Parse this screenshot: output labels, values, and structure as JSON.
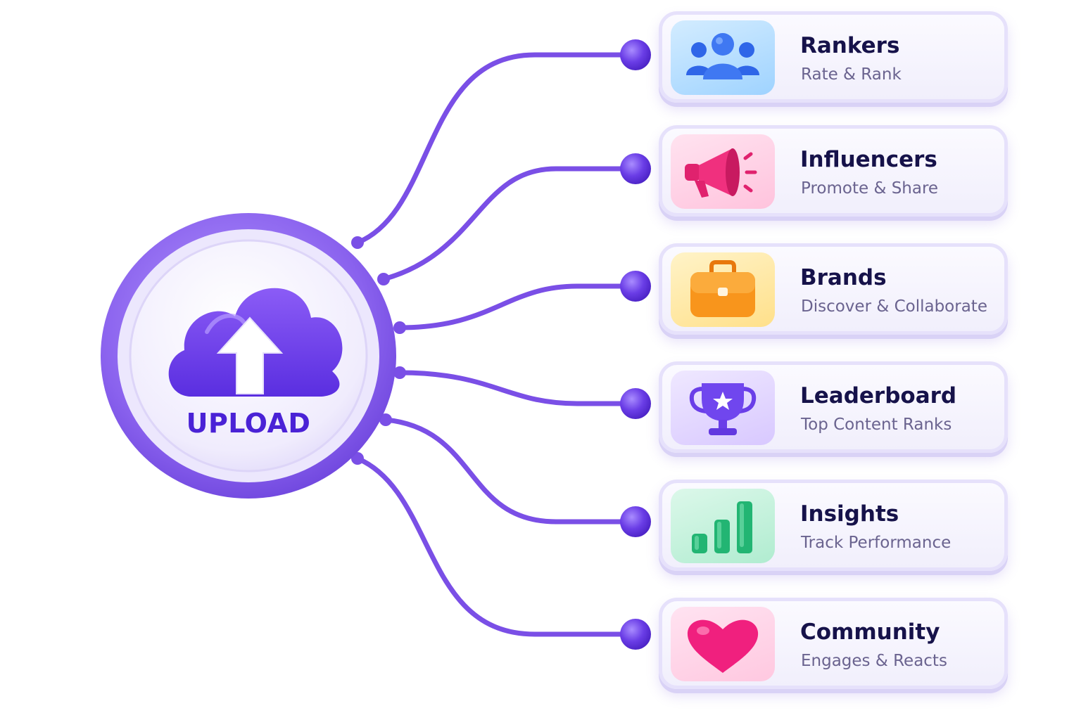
{
  "hub": {
    "label": "UPLOAD",
    "icon": "cloud-upload-icon"
  },
  "colors": {
    "primary": "#7046e8",
    "connector": "#7a4fe6",
    "title": "#16124a",
    "subtitle": "#6a638f"
  },
  "cards": [
    {
      "title": "Rankers",
      "subtitle": "Rate & Rank",
      "icon": "users-group-icon",
      "tile_color": "#bfe4ff"
    },
    {
      "title": "Influencers",
      "subtitle": "Promote & Share",
      "icon": "megaphone-icon",
      "tile_color": "#ffd9ea"
    },
    {
      "title": "Brands",
      "subtitle": "Discover & Collaborate",
      "icon": "briefcase-icon",
      "tile_color": "#ffeebb"
    },
    {
      "title": "Leaderboard",
      "subtitle": "Top Content Ranks",
      "icon": "trophy-icon",
      "tile_color": "#e6dcff"
    },
    {
      "title": "Insights",
      "subtitle": "Track Performance",
      "icon": "bar-chart-icon",
      "tile_color": "#c8f2dd"
    },
    {
      "title": "Community",
      "subtitle": "Engages & Reacts",
      "icon": "heart-icon",
      "tile_color": "#ffd6ea"
    }
  ]
}
